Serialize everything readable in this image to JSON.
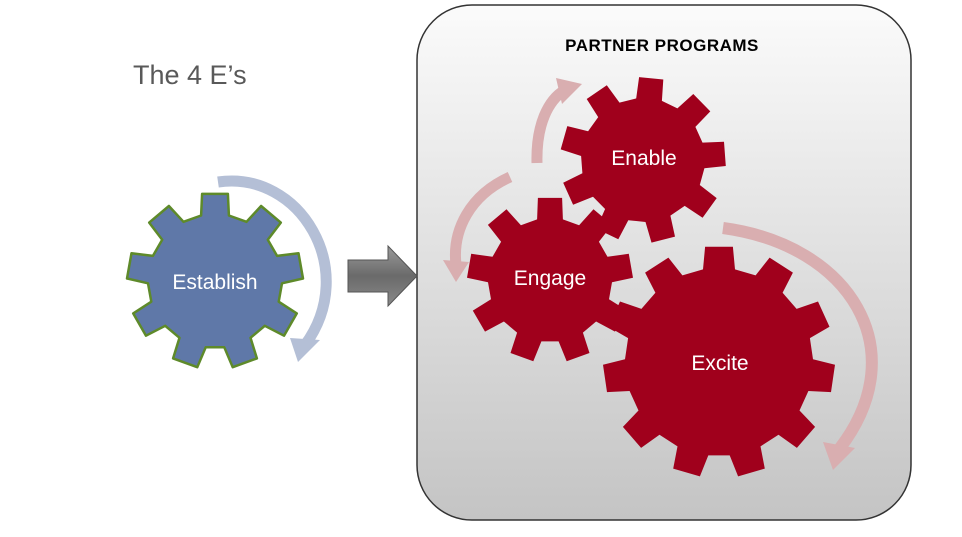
{
  "diagram": {
    "title": "The 4 E’s",
    "panel_title": "PARTNER PROGRAMS",
    "gears": {
      "establish": {
        "label": "Establish",
        "color": "#5f78a8",
        "outline": "#5e8a2a"
      },
      "enable": {
        "label": "Enable",
        "color": "#a0001c"
      },
      "engage": {
        "label": "Engage",
        "color": "#a0001c"
      },
      "excite": {
        "label": "Excite",
        "color": "#a0001c"
      }
    },
    "colors": {
      "blue_arrow": "#b4bfd6",
      "red_arrow": "#d9aeb0",
      "connector_arrow": "#707070",
      "panel_border": "#333333"
    }
  }
}
